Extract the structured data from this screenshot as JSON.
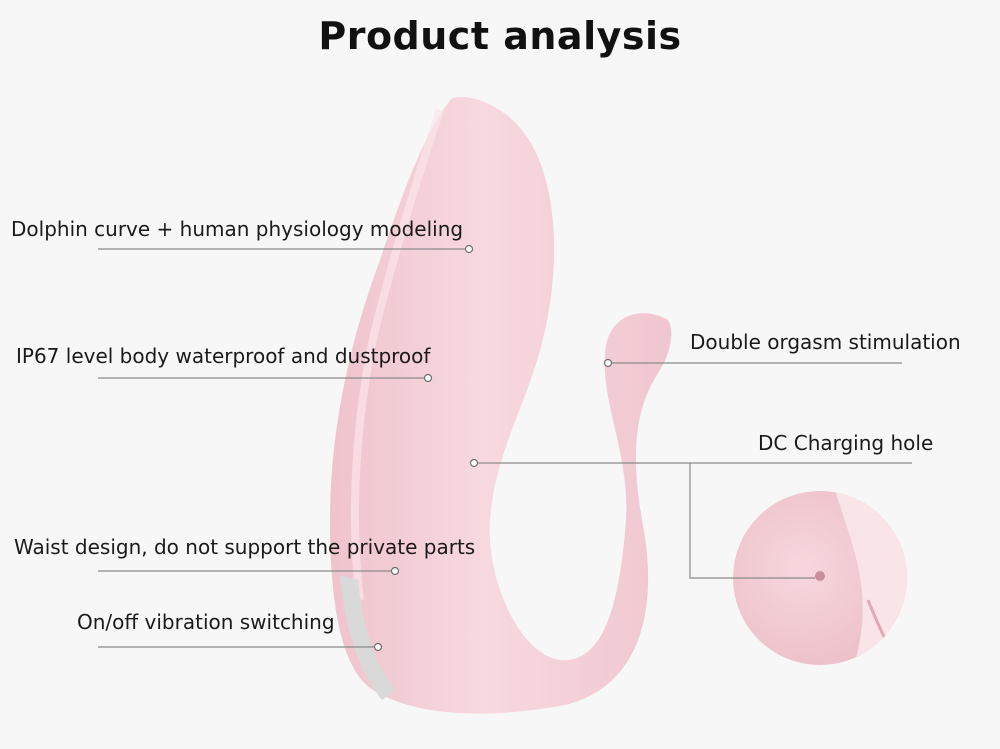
{
  "title": "Product analysis",
  "colors": {
    "background": "#f7f7f7",
    "product_pink": "#f5d3da",
    "product_shadow": "#e9b9c3",
    "leader_line": "#8a8a8a",
    "button_gray": "#d9d9d9"
  },
  "callouts": [
    {
      "text": "Dolphin curve + human physiology modeling"
    },
    {
      "text": "IP67 level body waterproof and dustproof"
    },
    {
      "text": "Waist design, do not support the private parts"
    },
    {
      "text": "On/off vibration switching"
    },
    {
      "text": "Double orgasm stimulation"
    },
    {
      "text": "DC Charging hole"
    }
  ]
}
